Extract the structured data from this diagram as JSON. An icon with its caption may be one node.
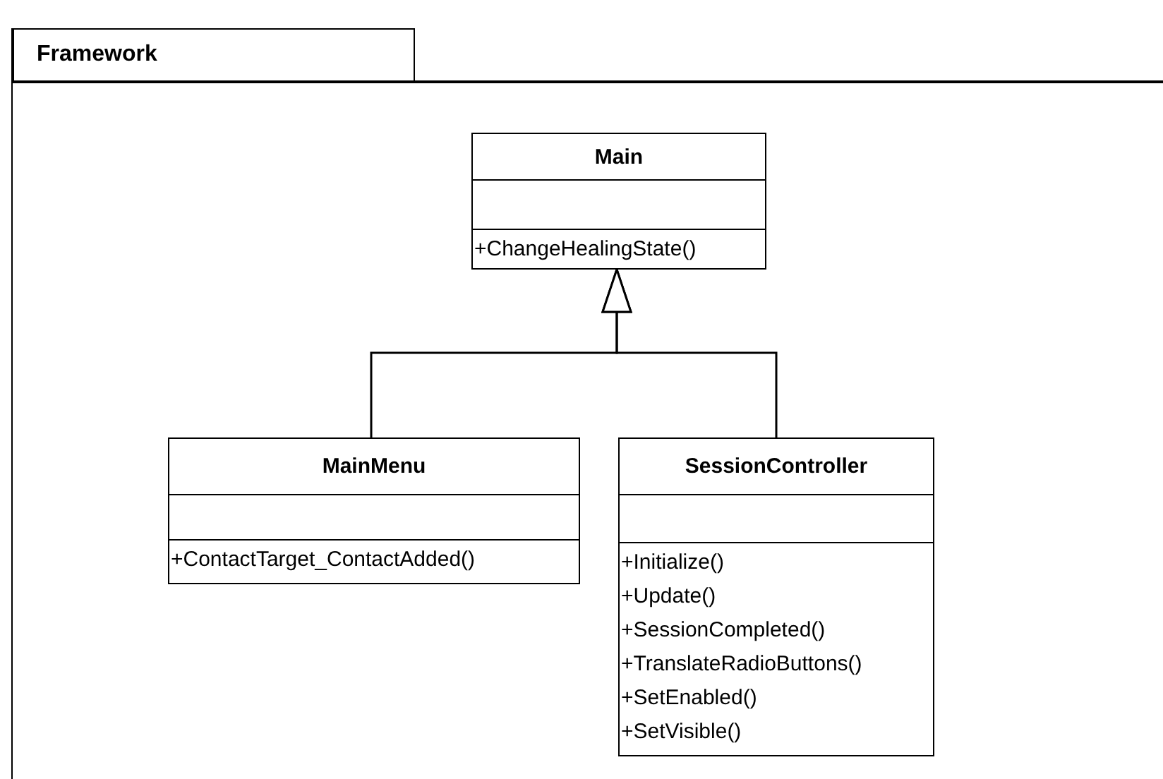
{
  "diagram": {
    "nodes": [
      {
        "text": [
          "Framework"
        ]
      },
      {
        "text": [
          "Main",
          "+ChangeHealingState()"
        ],
        "in": 0
      },
      {
        "text": [
          "MainMenu",
          "+ContactTarget_ContactAdded()"
        ],
        "in": 0
      },
      {
        "text": [
          "SessionController",
          "+Initialize()",
          "+Update()",
          "+SessionCompleted()",
          "+TranslateRadioButtons()",
          "+SetEnabled()",
          "+SetVisible()"
        ],
        "in": 0
      }
    ],
    "edges": [
      {
        "from": 2,
        "to": 1,
        "arrow": "to"
      },
      {
        "from": 3,
        "to": 1,
        "arrow": "to"
      }
    ]
  }
}
